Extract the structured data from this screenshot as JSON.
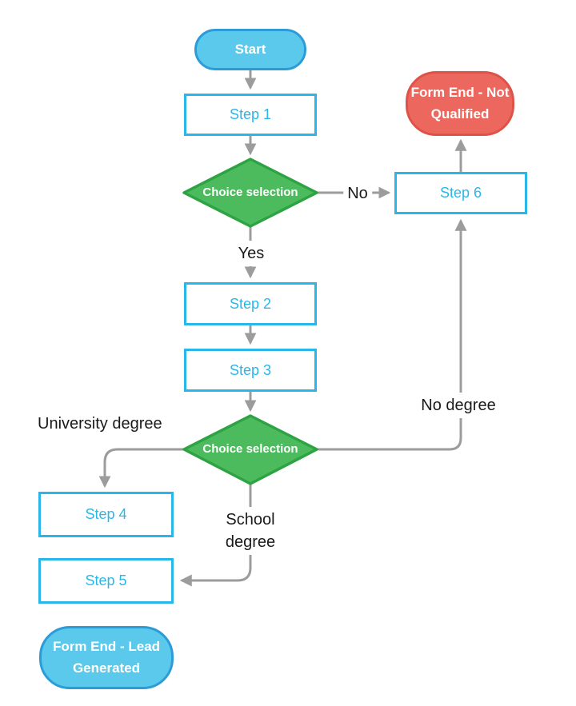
{
  "palette": {
    "terminator_blue_fill": "#5BC9EB",
    "terminator_blue_border": "#2B9CD8",
    "terminator_red_fill": "#EC685F",
    "terminator_red_border": "#DD5348",
    "process_border": "#29B7EA",
    "process_text": "#29B7EA",
    "decision_fill": "#4CBB5E",
    "decision_border": "#2EA343",
    "connector_gray": "#9C9C9C",
    "edge_label_text": "#1A1A1A",
    "node_text_light": "#FFFFFF",
    "background": "#FFFFFF"
  },
  "nodes": {
    "start": {
      "label": "Start"
    },
    "step1": {
      "label": "Step 1"
    },
    "choice1": {
      "label": "Choice selection"
    },
    "step6": {
      "label": "Step 6"
    },
    "end_not_qualified": {
      "label": "Form End - Not Qualified"
    },
    "step2": {
      "label": "Step 2"
    },
    "step3": {
      "label": "Step 3"
    },
    "choice2": {
      "label": "Choice selection"
    },
    "step4": {
      "label": "Step 4"
    },
    "step5": {
      "label": "Step 5"
    },
    "end_lead_generated": {
      "label": "Form End - Lead Generated"
    }
  },
  "edge_labels": {
    "no": "No",
    "yes": "Yes",
    "university_degree": "University degree",
    "school_degree": "School degree",
    "no_degree": "No degree"
  }
}
